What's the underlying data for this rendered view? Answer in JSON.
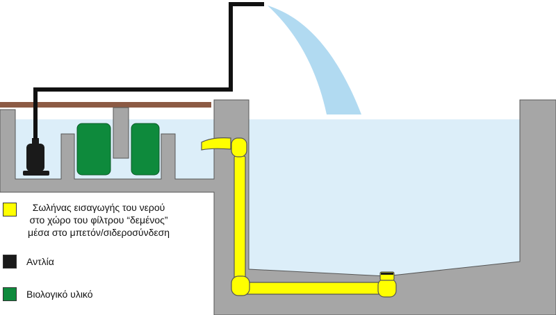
{
  "colors": {
    "pipe": "#ffff00",
    "pump": "#1a1a1a",
    "bio_media": "#0e8a3c",
    "concrete": "#a6a6a6",
    "water": "#dceef9",
    "deck": "#8c5a44",
    "spray": "#a9d6f0"
  },
  "icons": {
    "pipe": "yellow-square-swatch",
    "pump": "black-square-swatch",
    "bio": "green-square-swatch"
  },
  "legend": {
    "pipe": {
      "lines": [
        "Σωλήνας εισαγωγής του νερού",
        "στο χώρο του φίλτρου “δεμένος”",
        "μέσα στο μπετόν/σιδεροσύνδεση"
      ]
    },
    "pump": {
      "label": "Αντλία"
    },
    "bio": {
      "label": "Βιολογικό υλικό"
    }
  }
}
